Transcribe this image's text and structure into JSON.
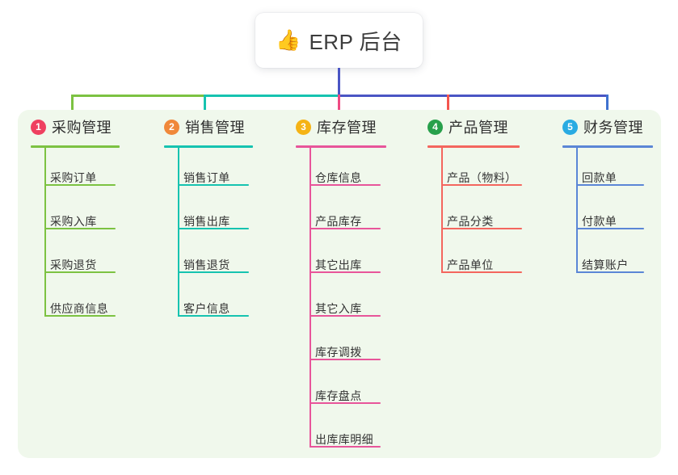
{
  "root": {
    "icon": "thumbs-up-icon",
    "emoji": "👍",
    "title": "ERP 后台"
  },
  "colors": {
    "panel_bg": "#f0f8ec",
    "root_text": "#3c3c3c",
    "trunk": "#4a55c4",
    "bus_green": "#7cc242",
    "bus_teal": "#16c3b0",
    "bus_blue": "#4a55c4"
  },
  "columns": [
    {
      "index": "1",
      "title": "采购管理",
      "badge_color": "#ef4060",
      "line_color": "#7cc242",
      "stub_color": "#7cc242",
      "items": [
        "采购订单",
        "采购入库",
        "采购退货",
        "供应商信息"
      ]
    },
    {
      "index": "2",
      "title": "销售管理",
      "badge_color": "#f0883a",
      "line_color": "#16c3b0",
      "stub_color": "#16c3b0",
      "items": [
        "销售订单",
        "销售出库",
        "销售退货",
        "客户信息"
      ]
    },
    {
      "index": "3",
      "title": "库存管理",
      "badge_color": "#f5b315",
      "line_color": "#e8559a",
      "stub_color": "#ef4a83",
      "items": [
        "仓库信息",
        "产品库存",
        "其它出库",
        "其它入库",
        "库存调拨",
        "库存盘点",
        "出库库明细"
      ]
    },
    {
      "index": "4",
      "title": "产品管理",
      "badge_color": "#27a04b",
      "line_color": "#f4665e",
      "stub_color": "#f4554e",
      "items": [
        "产品（物料）",
        "产品分类",
        "产品单位"
      ]
    },
    {
      "index": "5",
      "title": "财务管理",
      "badge_color": "#29abe2",
      "line_color": "#5b86d6",
      "stub_color": "#3f72cf",
      "items": [
        "回款单",
        "付款单",
        "结算账户"
      ]
    }
  ]
}
